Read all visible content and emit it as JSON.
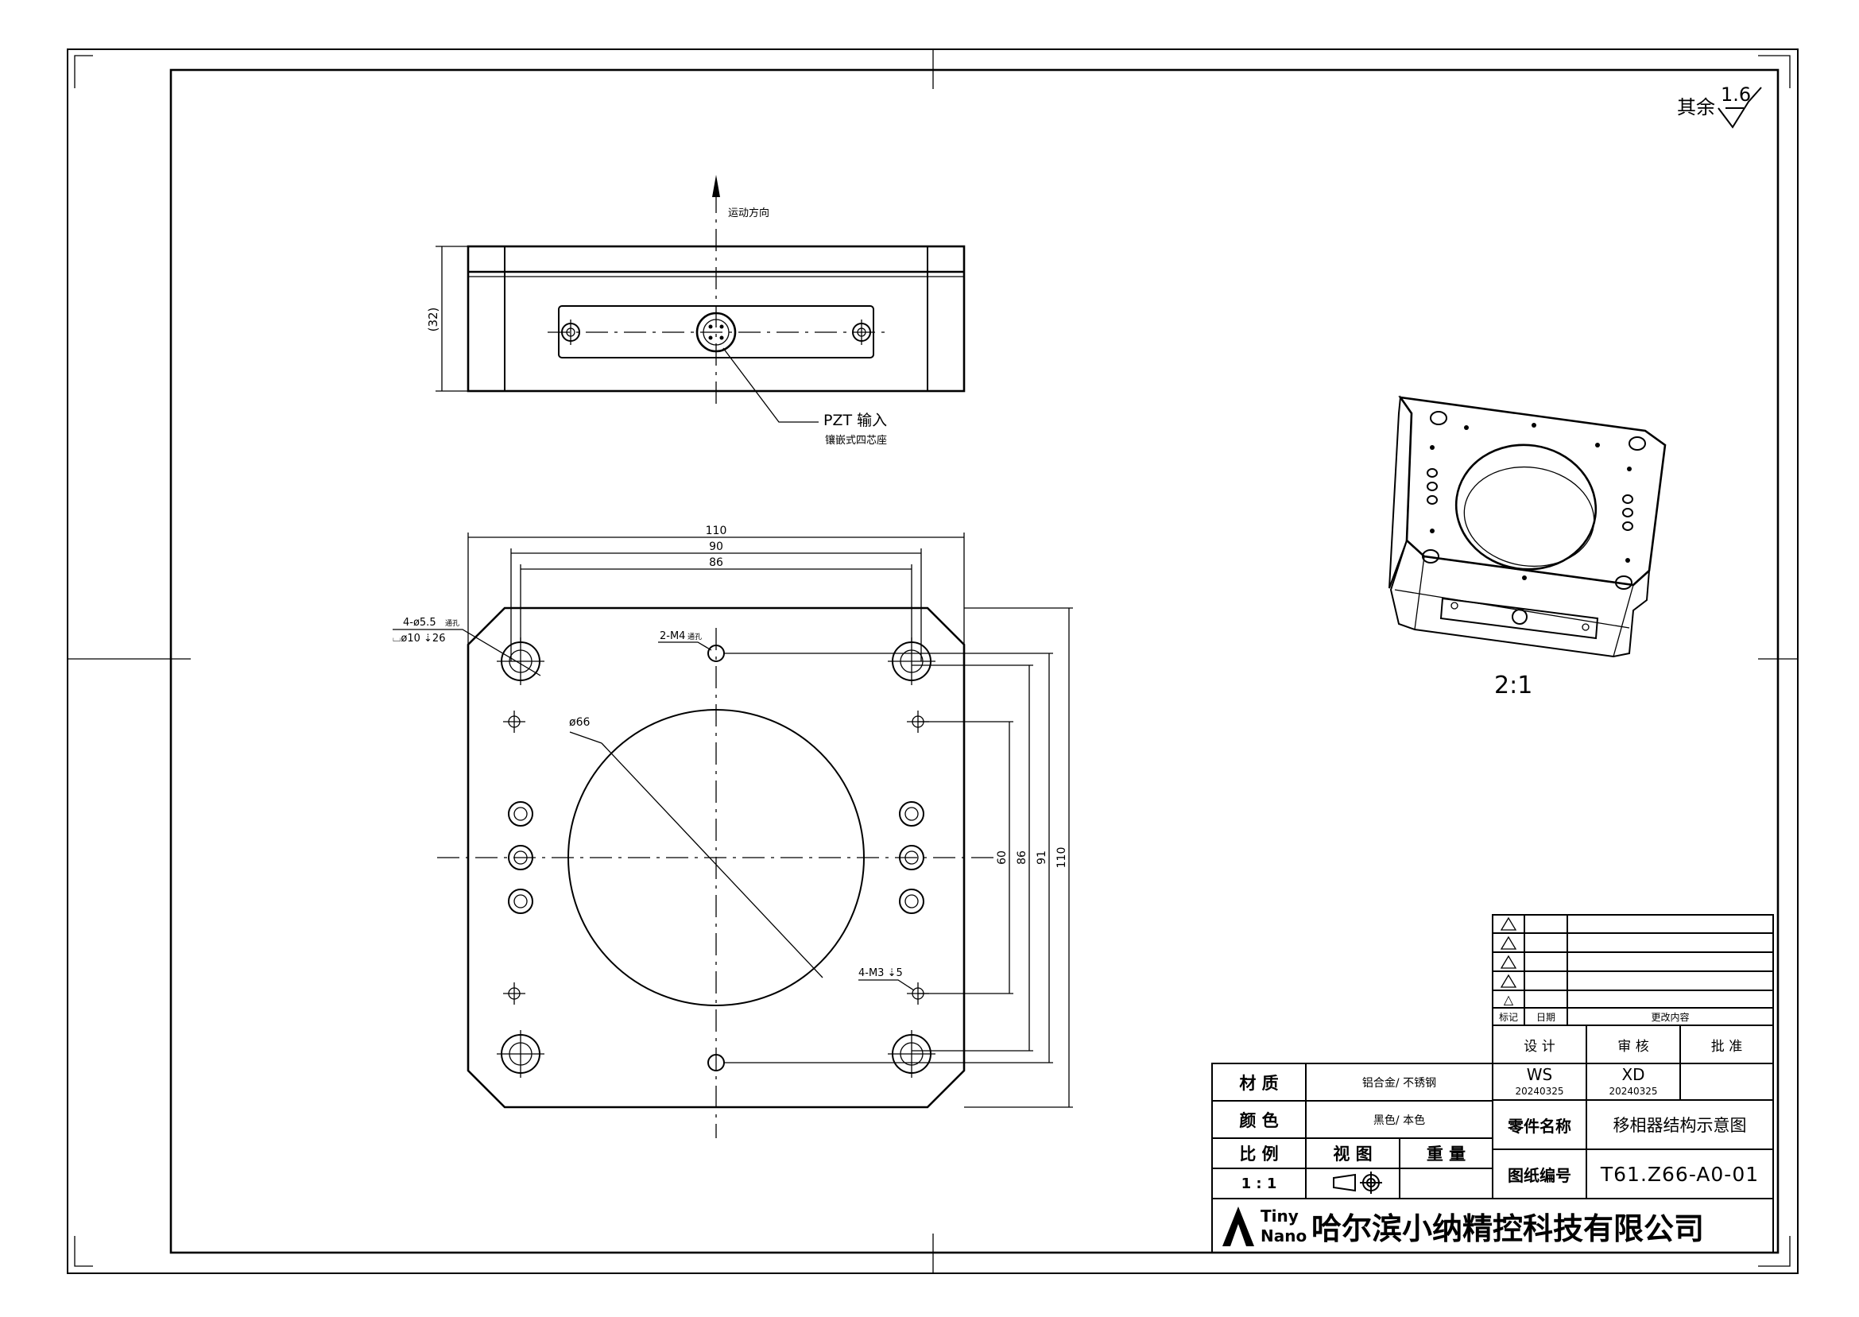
{
  "surface_note": "其余",
  "roughness_value": "1.6",
  "front_view": {
    "motion_direction": "运动方向",
    "height_dim": "(32)",
    "connector_label": "PZT 输入",
    "connector_note": "镶嵌式四芯座"
  },
  "plan_view": {
    "dim_110_top": "110",
    "dim_90": "90",
    "dim_86_top": "86",
    "hole_callout_main": "4-ø5.5",
    "hole_callout_main_suffix": "通孔",
    "hole_callout_cbore": "⌴ø10 ⇣26",
    "m4_callout": "2-M4",
    "m4_suffix": "通孔",
    "bore_dia": "ø66",
    "m3_callout": "4-M3 ⇣5",
    "dim_60": "60",
    "dim_86_right": "86",
    "dim_91": "91",
    "dim_110_right": "110"
  },
  "iso_scale": "2:1",
  "revision_table": {
    "rows": [
      "△",
      "△",
      "△",
      "△",
      "△"
    ],
    "headers": [
      "标记",
      "日期",
      "更改内容"
    ]
  },
  "signoff": {
    "headers": [
      "设 计",
      "审 核",
      "批 准"
    ],
    "designer": "WS",
    "design_date": "20240325",
    "checker": "XD",
    "check_date": "20240325",
    "approver": ""
  },
  "title_block": {
    "material_label": "材 质",
    "material_value": "铝合金/ 不锈钢",
    "color_label": "颜 色",
    "color_value": "黑色/ 本色",
    "scale_label": "比 例",
    "view_label": "视 图",
    "weight_label": "重 量",
    "scale_value": "1 : 1",
    "part_name_label": "零件名称",
    "part_name_value": "移相器结构示意图",
    "drawing_no_label": "图纸编号",
    "drawing_no_value": "T61.Z66-A0-01"
  },
  "company": {
    "logo_line1": "Tiny",
    "logo_line2": "Nano",
    "name": "哈尔滨小纳精控科技有限公司"
  }
}
